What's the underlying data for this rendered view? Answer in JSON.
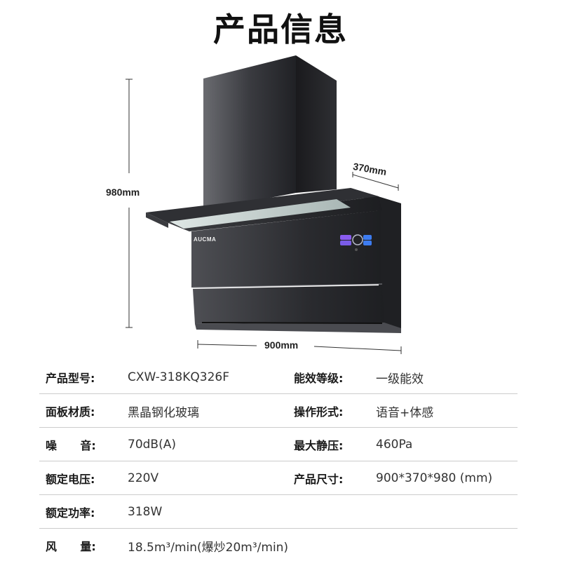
{
  "page": {
    "title": "产品信息"
  },
  "product_image": {
    "brand_logo": "AUCMA",
    "dimensions": {
      "height": "980mm",
      "depth": "370mm",
      "width": "900mm"
    },
    "colors": {
      "body": "#2a2a2e",
      "body_light": "#55565b",
      "light_panel": "#c9d4d2",
      "control_accent": "#3d7cf0",
      "control_accent_2": "#8a5cf0"
    }
  },
  "specs": {
    "rows": [
      {
        "left_label": "产品型号:",
        "left_value": "CXW-318KQ326F",
        "right_label": "能效等级:",
        "right_value": "一级能效"
      },
      {
        "left_label": "面板材质:",
        "left_value": "黑晶钢化玻璃",
        "right_label": "操作形式:",
        "right_value": "语音+体感"
      },
      {
        "left_label": "噪      音:",
        "left_value": "70dB(A)",
        "right_label": "最大静压:",
        "right_value": "460Pa"
      },
      {
        "left_label": "额定电压:",
        "left_value": "220V",
        "right_label": "产品尺寸:",
        "right_value": "900*370*980 (mm)"
      },
      {
        "left_label": "额定功率:",
        "left_value": "318W",
        "right_label": "",
        "right_value": ""
      },
      {
        "left_label": "风      量:",
        "left_value": "18.5m³/min(爆炒20m³/min)",
        "right_label": "",
        "right_value": ""
      }
    ]
  }
}
